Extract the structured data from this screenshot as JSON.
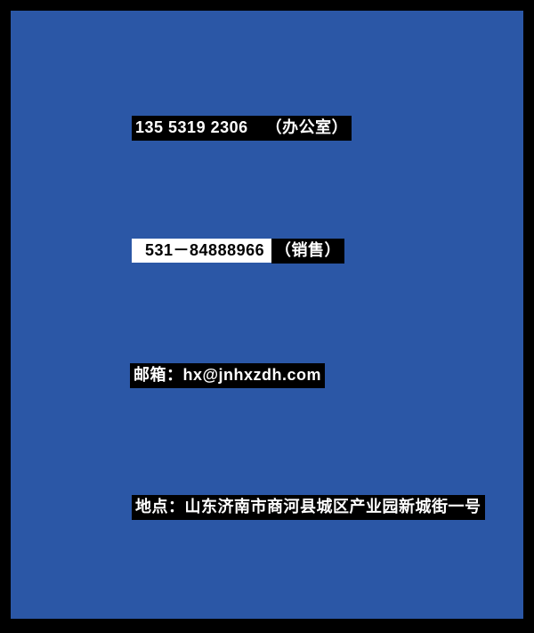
{
  "page": {
    "frame_color": "#000000",
    "background_color": "#2B57A6",
    "highlight_dark": "#000000",
    "highlight_light": "#FFFFFF",
    "text_on_dark": "#FFFFFF",
    "text_on_light": "#000000"
  },
  "contact": {
    "office_phone": "135 5319 2306",
    "office_label": "（办公室）",
    "sales_phone": "531－84888966",
    "sales_label": "（销售）",
    "email": "邮箱：hx@jnhxzdh.com",
    "address": "地点：山东济南市商河县城区产业园新城街一号"
  }
}
